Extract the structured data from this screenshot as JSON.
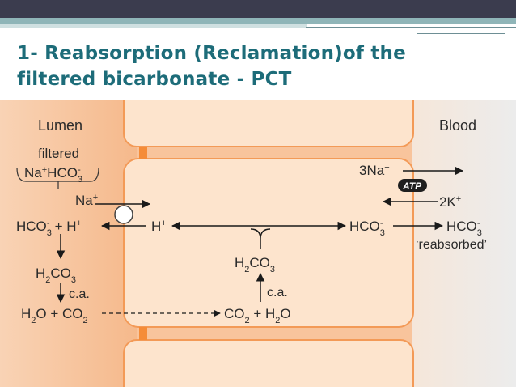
{
  "slide": {
    "title_line1": "1- Reabsorption (Reclamation)of the",
    "title_line2": "filtered bicarbonate - PCT"
  },
  "diagram": {
    "lumen_label": "Lumen",
    "blood_label": "Blood",
    "filtered_label": "filtered",
    "atp_label": "ATP",
    "reabsorbed_label": "‘reabsorbed’",
    "ca_label": "c.a.",
    "colors": {
      "lumen_bg": "#f7c9a6",
      "cell_fill": "#fde5cf",
      "cell_border": "#f39a57",
      "junction": "#f58c38",
      "blood_bg": "#ebebeb",
      "accent": "#1d6c79"
    }
  }
}
